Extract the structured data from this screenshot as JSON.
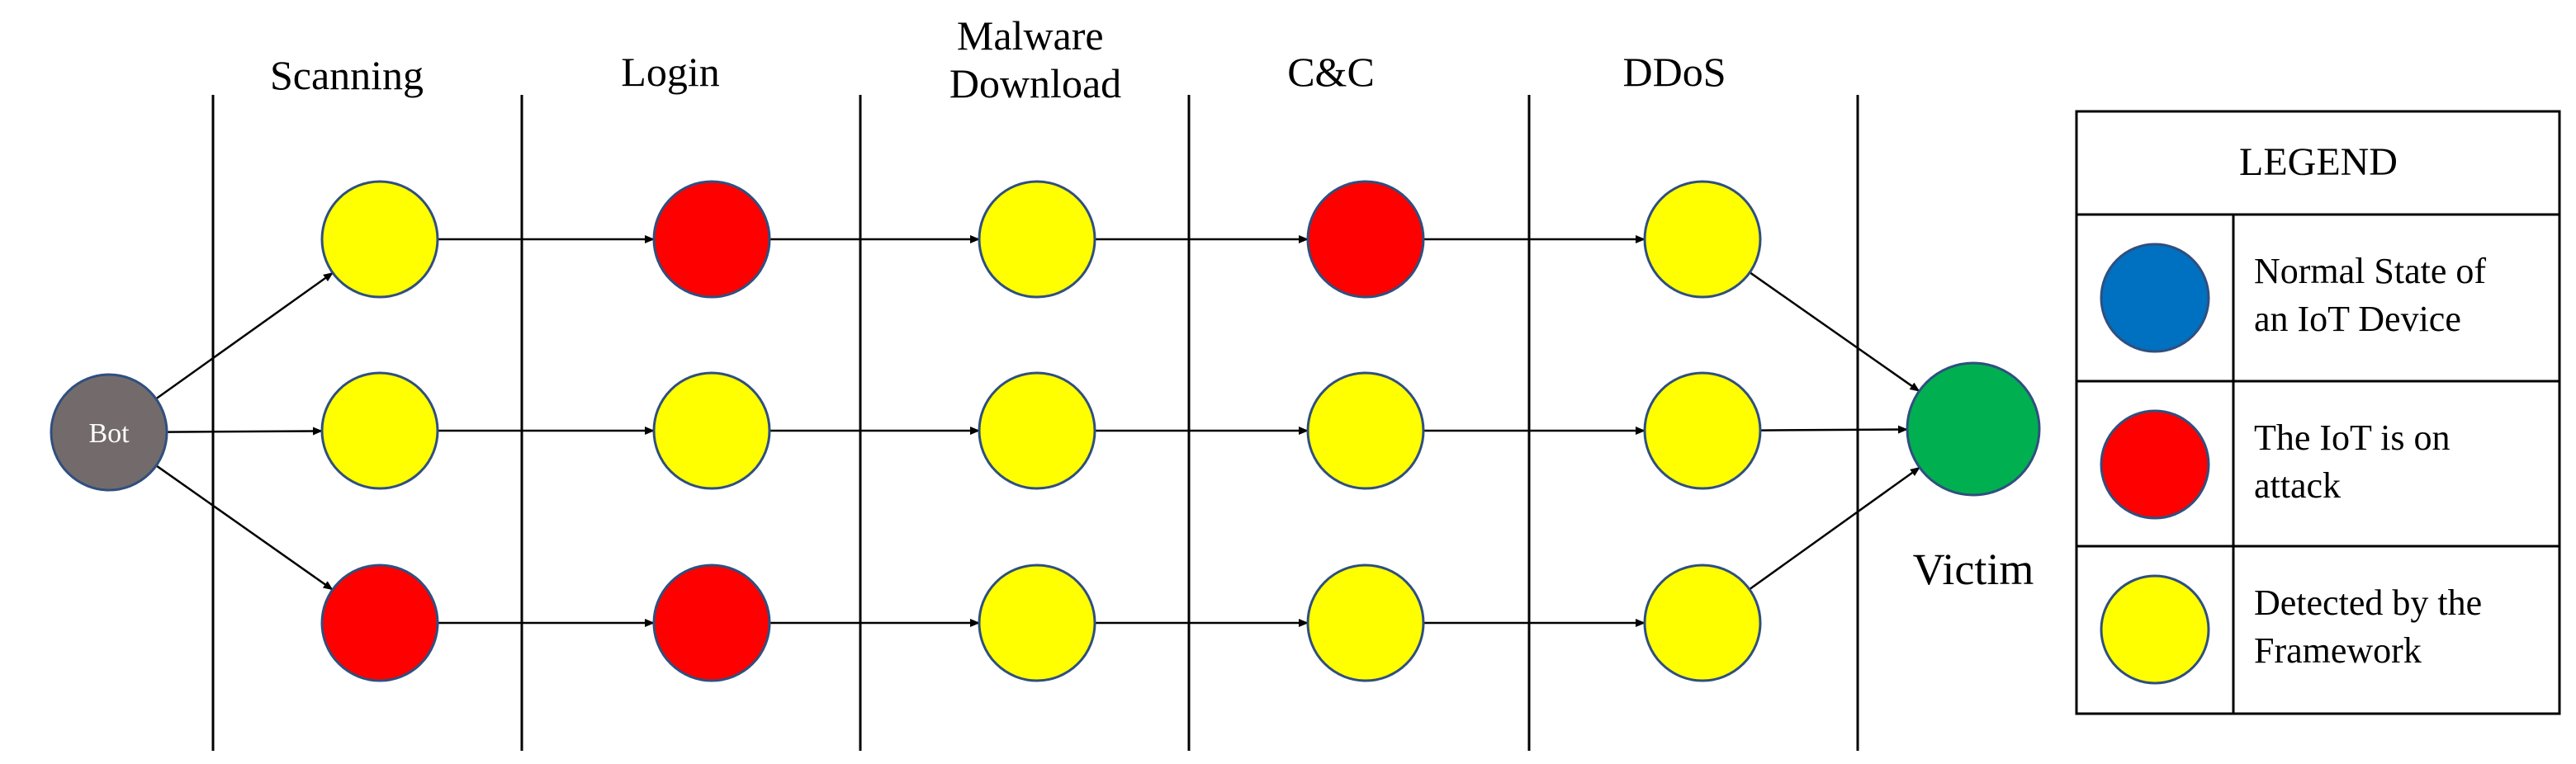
{
  "stages": [
    "Scanning",
    "Login",
    "Malware Download",
    "C&C",
    "DDoS"
  ],
  "bot": {
    "label": "Bot",
    "color": "#736b6b"
  },
  "victim": {
    "label": "Victim",
    "color": "#00b050"
  },
  "rows": [
    [
      "yellow",
      "red",
      "yellow",
      "red",
      "yellow"
    ],
    [
      "yellow",
      "yellow",
      "yellow",
      "yellow",
      "yellow"
    ],
    [
      "red",
      "red",
      "yellow",
      "yellow",
      "yellow"
    ]
  ],
  "colors": {
    "yellow": "#ffff00",
    "red": "#ff0000",
    "blue": "#0070c0"
  },
  "legend": {
    "title": "LEGEND",
    "items": [
      {
        "color": "blue",
        "text": "Normal State of an IoT Device"
      },
      {
        "color": "red",
        "text": "The IoT is on attack"
      },
      {
        "color": "yellow",
        "text": "Detected by the Framework"
      }
    ]
  }
}
